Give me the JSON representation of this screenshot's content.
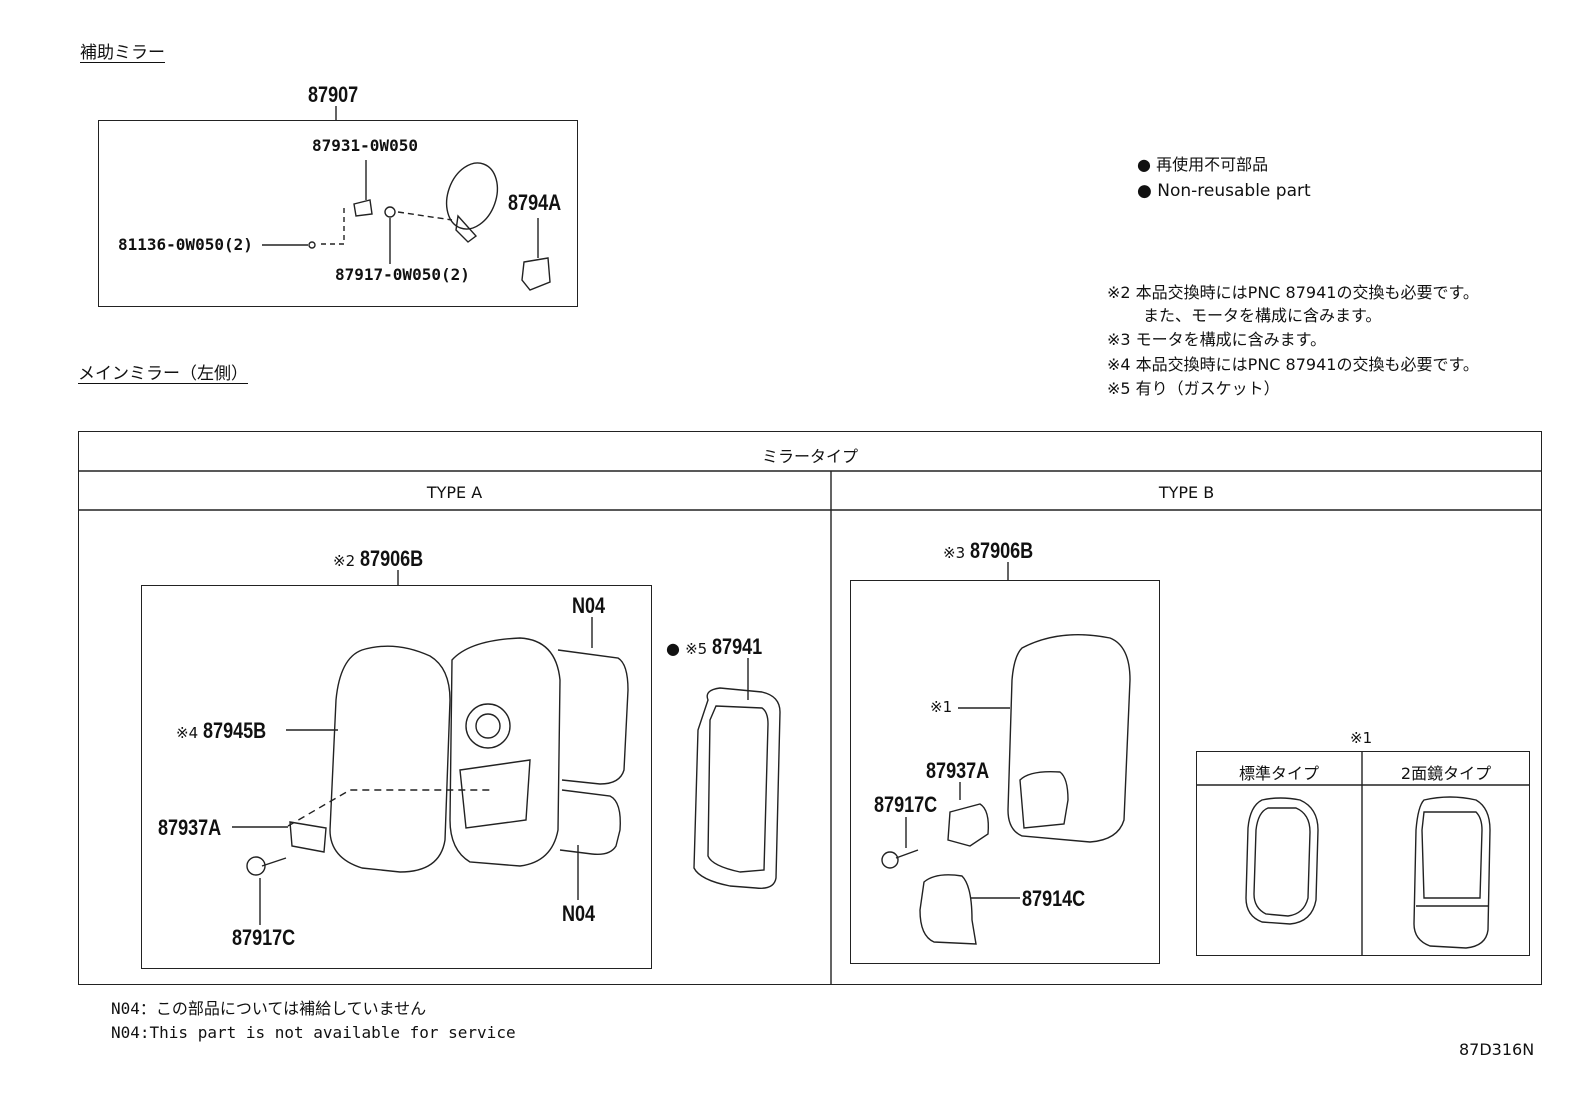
{
  "sections": {
    "sub_mirror": "補助ミラー",
    "main_mirror": "メインミラー（左側）"
  },
  "sub_mirror_parts": {
    "assembly": "87907",
    "p1": "87931-0W050",
    "p2": "8794A",
    "p3": "81136-0W050(2)",
    "p4": "87917-0W050(2)"
  },
  "legend": {
    "jp": "再使用不可部品",
    "en": "Non-reusable part"
  },
  "notes": [
    "※2 本品交換時にはPNC 87941の交換も必要です。",
    "また、モータを構成に含みます。",
    "※3 モータを構成に含みます。",
    "※4 本品交換時にはPNC 87941の交換も必要です。",
    "※5 有り（ガスケット）"
  ],
  "table": {
    "header": "ミラータイプ",
    "type_a": "TYPE A",
    "type_b": "TYPE B"
  },
  "type_a": {
    "assembly_mark": "※2",
    "assembly": "87906B",
    "n04_top": "N04",
    "n04_bottom": "N04",
    "glass_mark": "※4",
    "glass": "87945B",
    "bracket": "87937A",
    "screw": "87917C",
    "gasket_mark": "※5",
    "gasket": "87941"
  },
  "type_b": {
    "assembly_mark": "※3",
    "assembly": "87906B",
    "glass_mark": "※1",
    "bracket": "87937A",
    "screw": "87917C",
    "cover": "87914C",
    "inset_mark": "※1",
    "inset_std": "標準タイプ",
    "inset_dual": "2面鏡タイプ"
  },
  "footer": {
    "n04_jp": "N04：この部品については補給していません",
    "n04_en": "N04:This part is not available for service",
    "code": "87D316N"
  }
}
